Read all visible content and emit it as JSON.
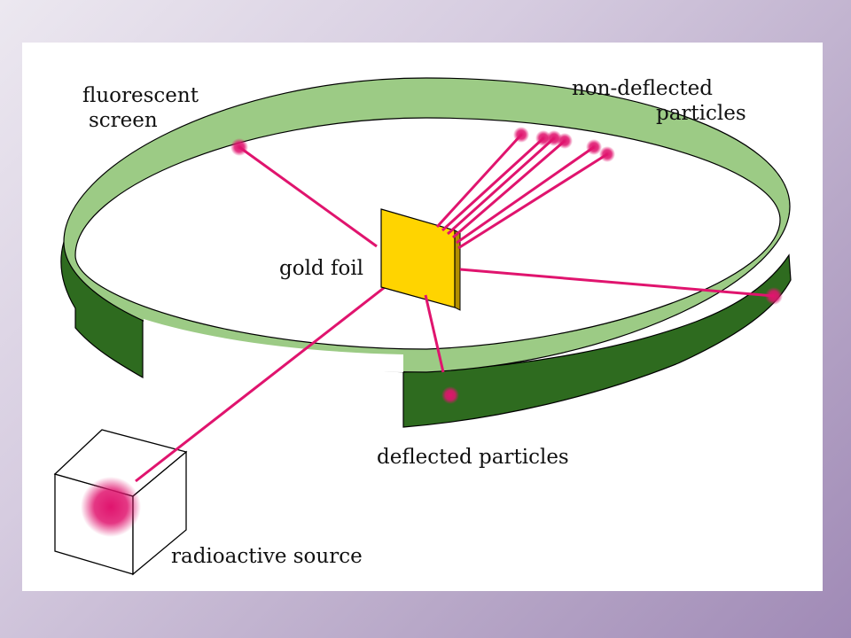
{
  "labels": {
    "fluorescent_screen_line1": "fluorescent",
    "fluorescent_screen_line2": "screen",
    "non_deflected_line1": "non-deflected",
    "non_deflected_line2": "particles",
    "gold_foil": "gold foil",
    "deflected_particles": "deflected particles",
    "radioactive_source": "radioactive source"
  },
  "colors": {
    "screen_inner": "#9ccb85",
    "screen_outer": "#2e6b1f",
    "beam": "#e0146e",
    "gold_foil": "#ffd400",
    "gold_foil_edge": "#b38f00",
    "background_panel": "#ffffff"
  }
}
